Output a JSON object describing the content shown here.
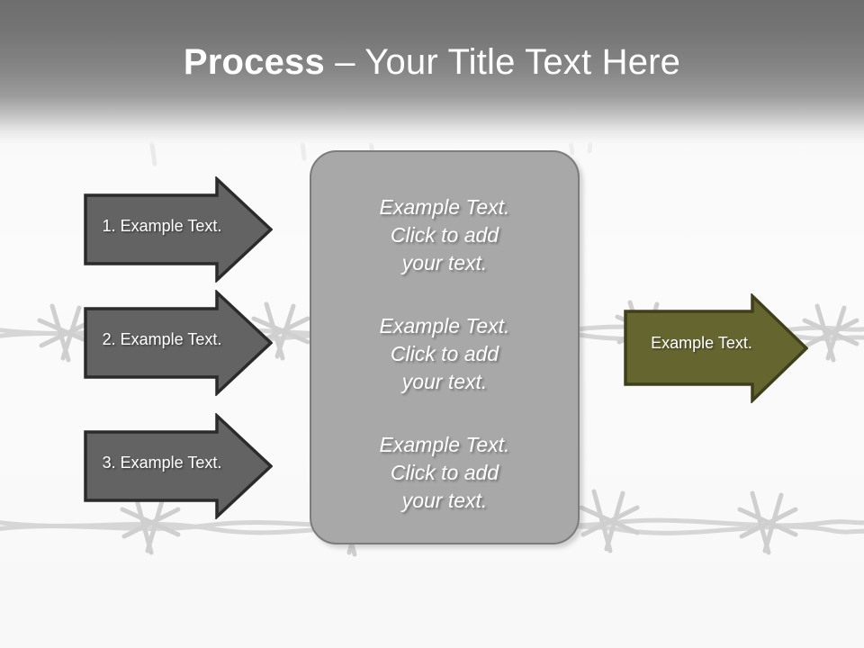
{
  "slide": {
    "title": {
      "strong": "Process",
      "rest": " – Your Title Text Here"
    },
    "theme": {
      "header_gradient_top": "#6e6e6e",
      "background": "#fafafa",
      "arrow_gray_fill": "#636363",
      "arrow_gray_border": "#2b2b2b",
      "arrow_olive_fill": "#65662f",
      "arrow_olive_border": "#3f3f1c",
      "center_box_fill": "#a8a8a8",
      "center_box_border": "#7c7c7c",
      "barbed_wire": "#d2d2d2",
      "text_on_shape": "#ffffff"
    }
  },
  "input_arrows": [
    {
      "label": "1. Example Text."
    },
    {
      "label": "2. Example Text."
    },
    {
      "label": "3. Example Text."
    }
  ],
  "center_box": {
    "paragraphs": [
      "Example Text.\nClick  to add\nyour text.",
      "Example Text.\nClick  to add\nyour text.",
      "Example Text.\nClick  to add\nyour text."
    ]
  },
  "output_arrow": {
    "label": "Example Text."
  }
}
